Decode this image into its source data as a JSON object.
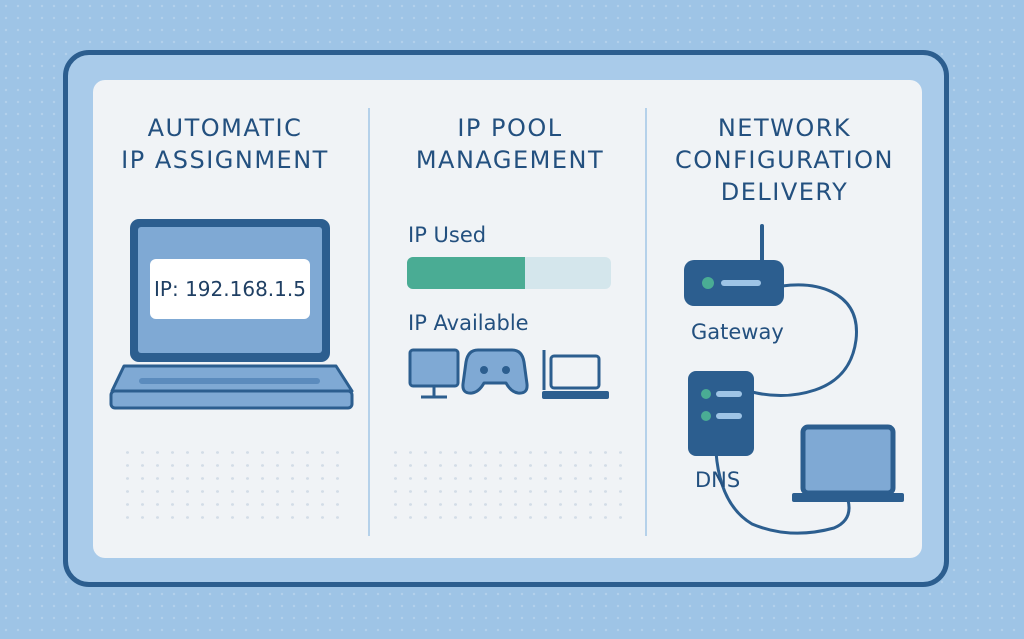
{
  "sections": [
    {
      "heading": "AUTOMATIC\nIP ASSIGNMENT",
      "ip_text": "IP: 192.168.1.5"
    },
    {
      "heading": "IP POOL\nMANAGEMENT",
      "used_label": "IP Used",
      "used_fraction": 0.58,
      "available_label": "IP Available"
    },
    {
      "heading": "NETWORK\nCONFIGURATION\nDELIVERY",
      "gateway_label": "Gateway",
      "dns_label": "DNS"
    }
  ],
  "colors": {
    "background": "#9ec4e6",
    "frame_border": "#2c5e8f",
    "panel": "#f0f3f6",
    "icon_dark": "#2c5e8f",
    "icon_light": "#7fa9d4",
    "progress_fill": "#4aac94",
    "progress_track": "#d4e6ec"
  },
  "icons": [
    "laptop-icon",
    "desktop-monitor-icon",
    "game-controller-icon",
    "laptop-icon",
    "router-icon",
    "server-icon",
    "laptop-icon"
  ]
}
